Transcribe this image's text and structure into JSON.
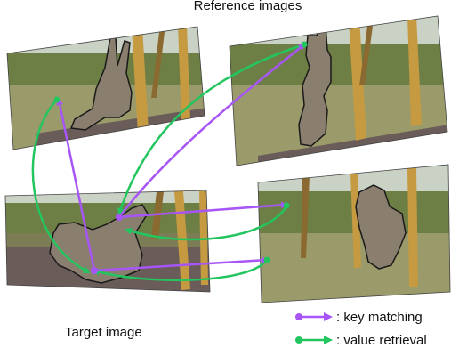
{
  "titles": {
    "reference": "Reference images",
    "target": "Target image"
  },
  "legend": {
    "key": {
      "label": ": key matching",
      "color": "#a855f7"
    },
    "value": {
      "label": ": value retrieval",
      "color": "#22c55e"
    }
  },
  "colors": {
    "grass": "#9a9a6a",
    "trees": "#6e7f45",
    "sky": "#c9d2c5",
    "poles": "#c59a40",
    "ground": "#6a5c58",
    "segmentation_mask": "#8a7f6f",
    "mask_outline": "#1a1a1a"
  }
}
